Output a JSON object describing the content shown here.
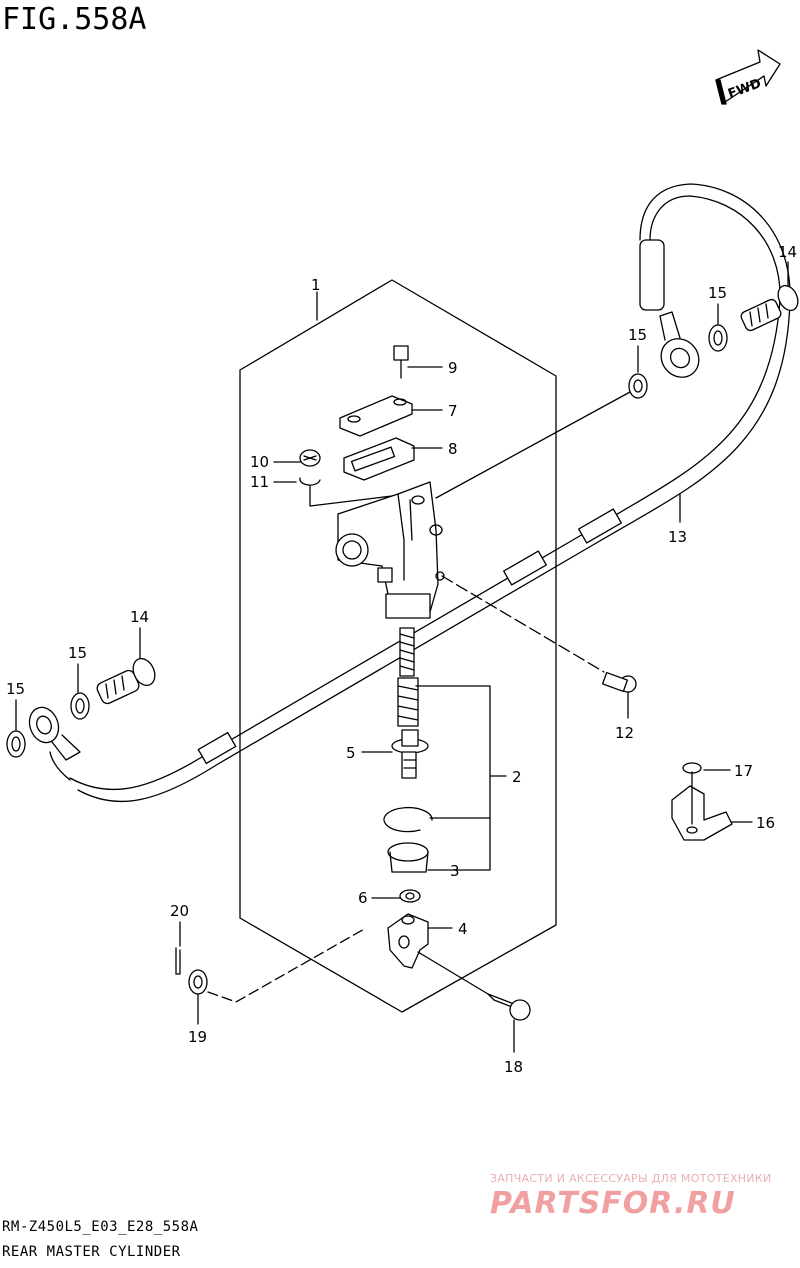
{
  "figure": {
    "title": "FIG.558A",
    "fwd_label": "FWD",
    "code": "RM-Z450L5_E03_E28_558A",
    "name": "REAR MASTER CYLINDER"
  },
  "callouts": {
    "c1": "1",
    "c2": "2",
    "c3": "3",
    "c4": "4",
    "c5": "5",
    "c6": "6",
    "c7": "7",
    "c8": "8",
    "c9": "9",
    "c10": "10",
    "c11": "11",
    "c12": "12",
    "c13": "13",
    "c14a": "14",
    "c14b": "14",
    "c15a": "15",
    "c15b": "15",
    "c15c": "15",
    "c15d": "15",
    "c16": "16",
    "c17": "17",
    "c18": "18",
    "c19": "19",
    "c20": "20"
  },
  "watermark": {
    "tagline": "ЗАПЧАСТИ И АКСЕССУАРЫ ДЛЯ МОТОТЕХНИКИ",
    "logo": "PARTSFOR.RU"
  }
}
